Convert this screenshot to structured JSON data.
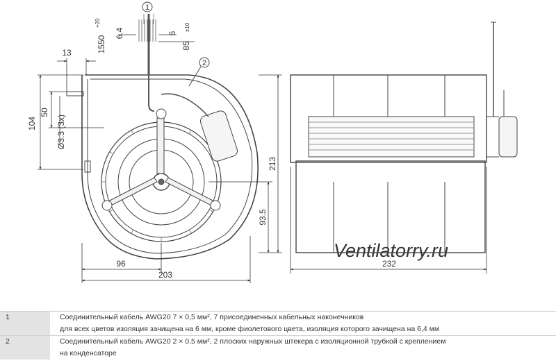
{
  "drawing": {
    "callouts": [
      "1",
      "2"
    ],
    "dimensions": {
      "cable_length": "1550",
      "cable_length_tol": "+20",
      "strip_left": "6.4",
      "strip_right": "6",
      "ferrule": "85",
      "ferrule_tol": "±10",
      "offset_left": "13",
      "height_104": "104",
      "height_50": "50",
      "hole_dia": "Ø3.3 (3x)",
      "height_213": "213",
      "height_93_5": "93.5",
      "width_96": "96",
      "width_203": "203",
      "width_232": "232"
    },
    "watermark": "Ventilatorry.ru"
  },
  "legend": {
    "rows": [
      {
        "num": "1",
        "text": "Соединительный кабель AWG20 7 × 0,5 мм², 7 присоединенных кабельных наконечников"
      },
      {
        "num": "",
        "text": "для всех цветов изоляция зачищена на 6 мм, кроме фиолетового цвета, изоляция которого зачищена на 6,4 мм"
      },
      {
        "num": "2",
        "text": "Соединительный кабель AWG20 2 × 0,5 мм², 2 плоских наружных штекера с изоляционной трубкой с креплением"
      },
      {
        "num": "",
        "text": "на конденсаторе"
      }
    ]
  }
}
